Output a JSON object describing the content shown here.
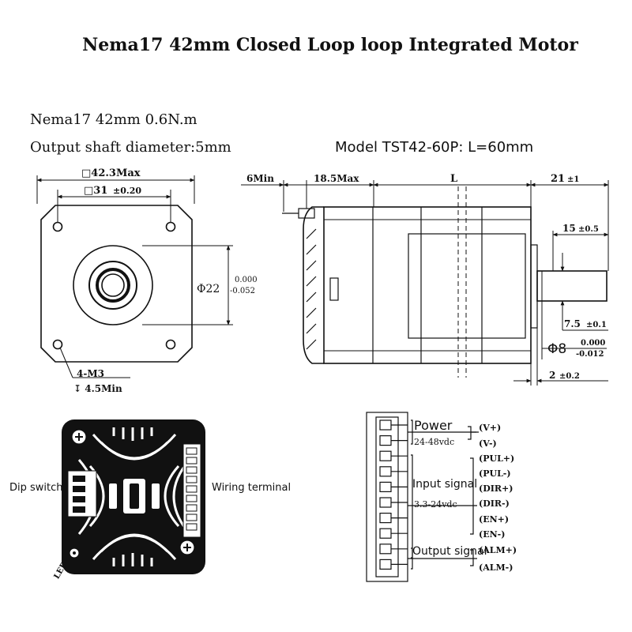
{
  "title": "Nema17 42mm Closed Loop loop Integrated  Motor",
  "specs": {
    "torque_line": "Nema17 42mm   0.6N.m",
    "shaft_line": "Output shaft diameter:5mm",
    "model_line": "Model TST42-60P: L=60mm"
  },
  "front_view": {
    "frame": "□42.3Max",
    "hole_spacing_sym": "□31",
    "hole_spacing_tol": "±0.20",
    "pilot_dia": "Φ22",
    "pilot_tol_upper": "0.000",
    "pilot_tol_lower": "-0.052",
    "thread": "4-M3",
    "depth": "↧ 4.5Min"
  },
  "side_view": {
    "min_6": "6Min",
    "max_18": "18.5Max",
    "L": "L",
    "d21": "21",
    "d21_tol": "±1",
    "d15": "15",
    "d15_tol": "±0.5",
    "d7": "7.5",
    "d7_tol": "±0.1",
    "shaft_dia": "Φ8",
    "shaft_tol_upper": "0.000",
    "shaft_tol_lower": "-0.012",
    "d2": "2",
    "d2_tol": "±0.2"
  },
  "rear_view": {
    "dip_label": "Dip switch",
    "wiring_label": "Wiring terminal",
    "led_label": "LED"
  },
  "wiring": {
    "power_label": "Power",
    "power_range": "24-48vdc",
    "input_label": "Input signal",
    "input_range": "3.3-24vdc",
    "output_label": "Output signal",
    "pins": [
      "(V+)",
      "(V-)",
      "(PUL+)",
      "(PUL-)",
      "(DIR+)",
      "(DIR-)",
      "(EN+)",
      "(EN-)",
      "(ALM+)",
      "(ALM-)"
    ]
  }
}
